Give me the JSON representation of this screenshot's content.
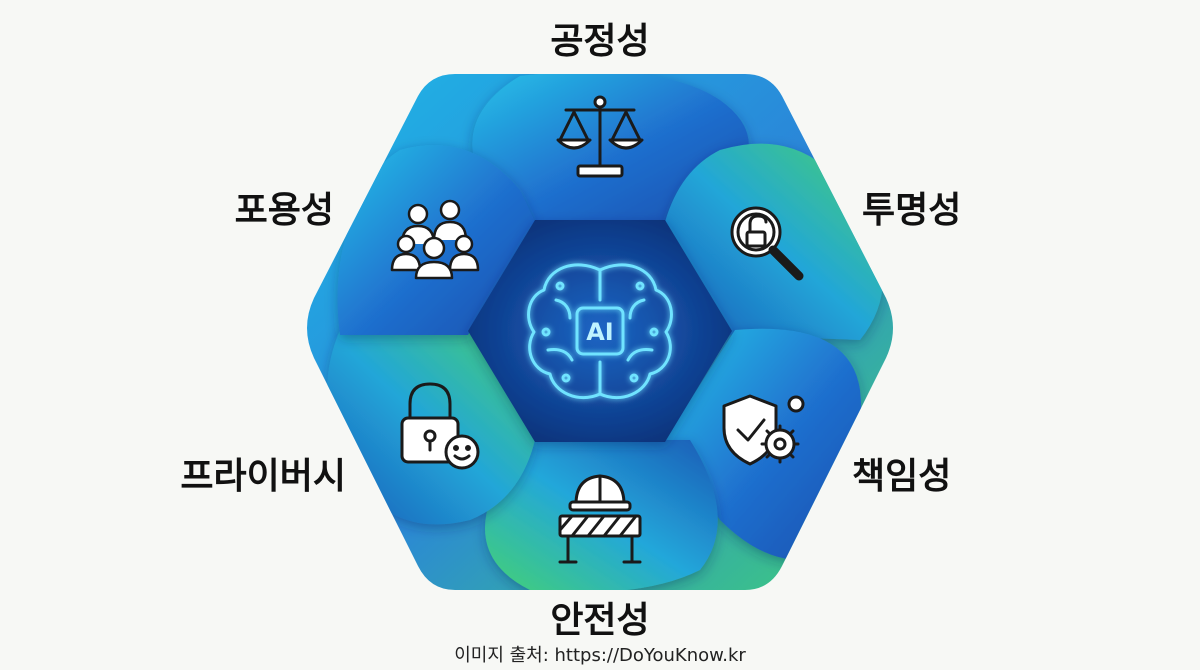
{
  "center": {
    "label": "AI",
    "icon": "ai-brain-icon"
  },
  "colors": {
    "blue": "#1aa3e0",
    "deep_blue": "#1957b5",
    "green": "#3fc96e",
    "core": "#0e3a86",
    "glow": "#6fe3ff",
    "icon_stroke": "#1a1a1a"
  },
  "principles": [
    {
      "id": "fairness",
      "label": "공정성",
      "icon": "balance-scale-icon"
    },
    {
      "id": "transparency",
      "label": "투명성",
      "icon": "magnifier-unlock-icon"
    },
    {
      "id": "accountability",
      "label": "책임성",
      "icon": "shield-gear-icon"
    },
    {
      "id": "safety",
      "label": "안전성",
      "icon": "hardhat-barrier-icon"
    },
    {
      "id": "privacy",
      "label": "프라이버시",
      "icon": "padlock-smile-icon"
    },
    {
      "id": "inclusiveness",
      "label": "포용성",
      "icon": "people-group-icon"
    }
  ],
  "source": "이미지 출처: https://DoYouKnow.kr"
}
